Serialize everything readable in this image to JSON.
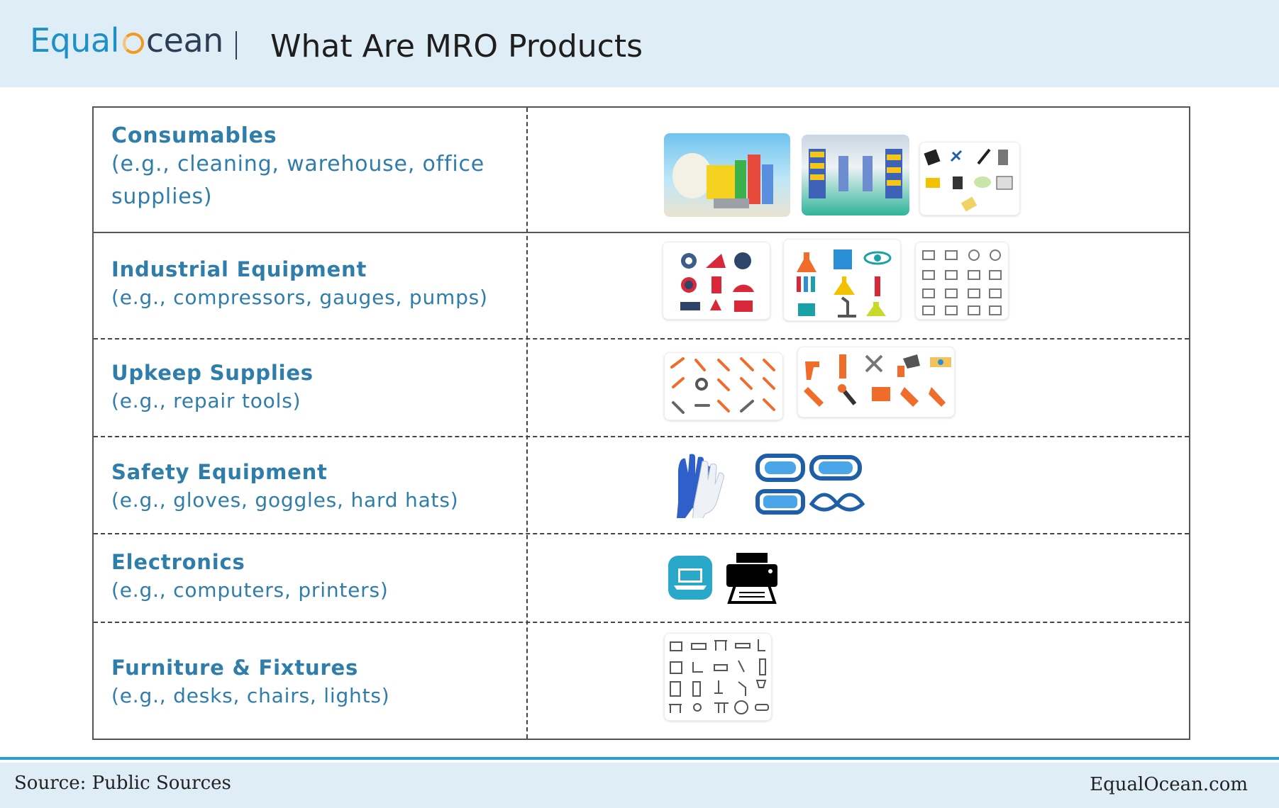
{
  "header": {
    "logo_prefix": "Equal",
    "logo_suffix": "cean",
    "title": "What Are MRO Products"
  },
  "rows": [
    {
      "title": "Consumables",
      "desc": "(e.g., cleaning, warehouse, office supplies)"
    },
    {
      "title": "Industrial Equipment",
      "desc": " (e.g., compressors, gauges, pumps)"
    },
    {
      "title": "Upkeep Supplies",
      "desc": " (e.g., repair tools)"
    },
    {
      "title": "Safety Equipment",
      "desc": "(e.g., gloves, goggles, hard hats)"
    },
    {
      "title": "Electronics",
      "desc": " (e.g., computers, printers)"
    },
    {
      "title": "Furniture & Fixtures",
      "desc": "(e.g., desks, chairs, lights)"
    }
  ],
  "footer": {
    "source": "Source:  Public Sources",
    "site": "EqualOcean.com"
  },
  "colors": {
    "header_bg": "#dfeef6",
    "category_text": "#2e7dab",
    "logo_orange": "#f39a1e",
    "footer_rule": "#2a9fd0"
  }
}
